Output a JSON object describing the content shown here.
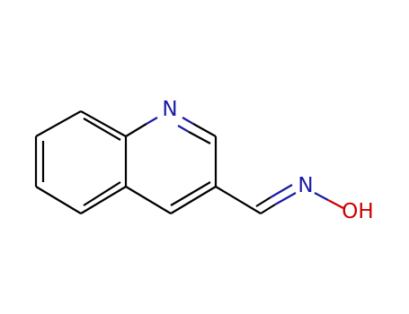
{
  "molecule": {
    "atoms": [
      {
        "id": "N1",
        "element": "N",
        "label": "N",
        "color": "#1a1aa6"
      },
      {
        "id": "N2",
        "element": "N",
        "label": "N",
        "color": "#1a1aa6"
      },
      {
        "id": "O1",
        "element": "O",
        "label": "OH",
        "color": "#cc0000"
      }
    ],
    "colors": {
      "bond": "#000000",
      "nitrogen": "#1a1aa6",
      "oxygen": "#cc0000",
      "background": "#ffffff"
    }
  }
}
